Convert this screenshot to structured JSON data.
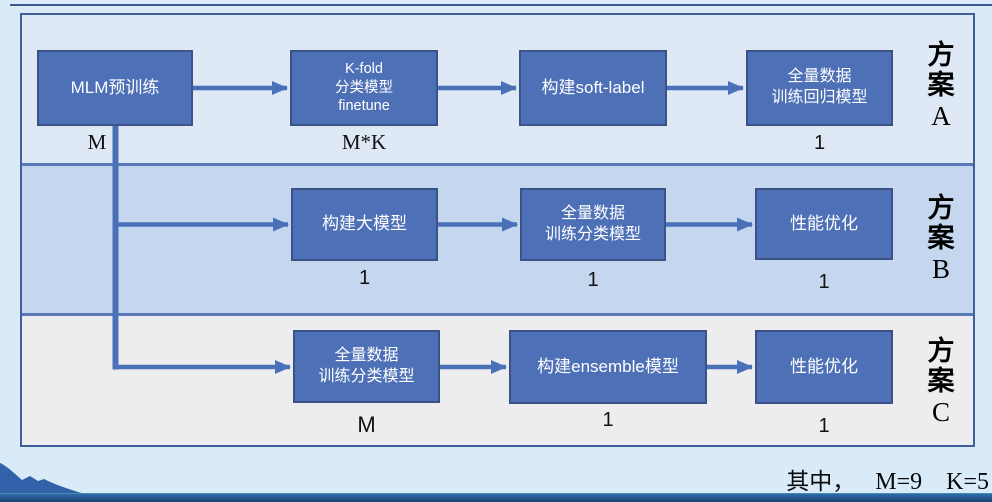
{
  "colors": {
    "box_fill": "#4e70b7",
    "box_border": "#3b5289",
    "connector": "#4a70b8",
    "band_a_bg": "#dfe9f5",
    "band_b_bg": "#c5d7ee",
    "band_c_bg": "#ededef",
    "page_bg": "#d9eaf8",
    "panel_border": "#3e5f98"
  },
  "schemes": [
    {
      "label_cn": "方案",
      "label_letter": "A",
      "boxes": [
        {
          "lines": [
            "MLM预训练"
          ],
          "count": "M"
        },
        {
          "lines": [
            "K-fold",
            "分类模型",
            "finetune"
          ],
          "count": "M*K"
        },
        {
          "lines": [
            "构建soft-label"
          ],
          "count": ""
        },
        {
          "lines": [
            "全量数据",
            "训练回归模型"
          ],
          "count": "1"
        }
      ]
    },
    {
      "label_cn": "方案",
      "label_letter": "B",
      "boxes": [
        {
          "lines": [
            "构建大模型"
          ],
          "count": "1"
        },
        {
          "lines": [
            "全量数据",
            "训练分类模型"
          ],
          "count": "1"
        },
        {
          "lines": [
            "性能优化"
          ],
          "count": "1"
        }
      ]
    },
    {
      "label_cn": "方案",
      "label_letter": "C",
      "boxes": [
        {
          "lines": [
            "全量数据",
            "训练分类模型"
          ],
          "count": "M"
        },
        {
          "lines": [
            "构建ensemble模型"
          ],
          "count": "1"
        },
        {
          "lines": [
            "性能优化"
          ],
          "count": "1"
        }
      ]
    }
  ],
  "note": {
    "prefix": "其中，",
    "m": "M=9",
    "k": "K=5"
  }
}
